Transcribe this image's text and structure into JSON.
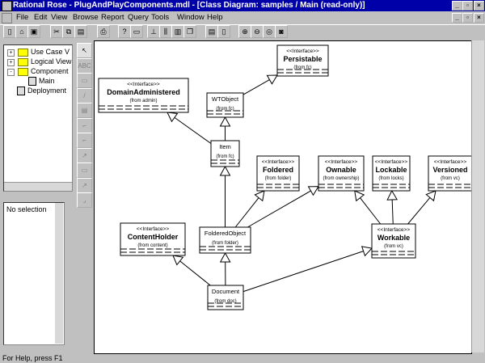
{
  "window": {
    "title": "Rational Rose - PlugAndPlayComponents.mdl - [Class Diagram: samples / Main (read-only)]"
  },
  "menu": [
    "File",
    "Edit",
    "View",
    "Browse",
    "Report",
    "Query",
    "Tools",
    "Window",
    "Help"
  ],
  "toolbar": [
    "new",
    "open",
    "save",
    "cut",
    "copy",
    "paste",
    "print",
    "context-help",
    "view-doc",
    "browse-class",
    "browse-interaction",
    "browse-component",
    "browse-deployment",
    "browse-parent",
    "browse-previous",
    "zoom-in",
    "zoom-out",
    "fit-window",
    "undo-fit"
  ],
  "tree": [
    {
      "label": "Use Case V",
      "expander": "+",
      "icon": "folder"
    },
    {
      "label": "Logical View",
      "expander": "+",
      "icon": "folder"
    },
    {
      "label": "Component",
      "expander": "-",
      "icon": "folder"
    },
    {
      "label": "Main",
      "expander": "",
      "icon": "component-diagram"
    },
    {
      "label": "Deployment",
      "expander": "",
      "icon": "deployment"
    }
  ],
  "documentation": {
    "text": "No selection"
  },
  "toolbox": [
    "selection",
    "ABC",
    "class",
    "association",
    "interface",
    "dependency",
    "unidirectional",
    "generalization",
    "package",
    "realize",
    "anchor"
  ],
  "status": "For Help, press F1",
  "diagram": {
    "classes": [
      {
        "id": "persistable",
        "stereotype": "<<Interface>>",
        "name": "Persistable",
        "from": "(from fc)"
      },
      {
        "id": "domainadministered",
        "stereotype": "<<Interface>>",
        "name": "DomainAdministered",
        "from": "(from admin)"
      },
      {
        "id": "wtobject",
        "stereotype": "",
        "name": "WTObject",
        "from": "(from fc)"
      },
      {
        "id": "item",
        "stereotype": "",
        "name": "Item",
        "from": "(from fc)"
      },
      {
        "id": "foldered",
        "stereotype": "<<Interface>>",
        "name": "Foldered",
        "from": "(from folder)"
      },
      {
        "id": "ownable",
        "stereotype": "<<Interface>>",
        "name": "Ownable",
        "from": "(from ownership)"
      },
      {
        "id": "lockable",
        "stereotype": "<<Interface>>",
        "name": "Lockable",
        "from": "(from locks)"
      },
      {
        "id": "versioned",
        "stereotype": "<<Interface>>",
        "name": "Versioned",
        "from": "(from vc)"
      },
      {
        "id": "contentholder",
        "stereotype": "<<Interface>>",
        "name": "ContentHolder",
        "from": "(from content)"
      },
      {
        "id": "folderedobject",
        "stereotype": "",
        "name": "FolderedObject",
        "from": "(from folder)"
      },
      {
        "id": "workable",
        "stereotype": "<<Interface>>",
        "name": "Workable",
        "from": "(from vc)"
      },
      {
        "id": "document",
        "stereotype": "",
        "name": "Document",
        "from": "(from doc)"
      }
    ],
    "generalizations": [
      [
        "wtobject",
        "persistable"
      ],
      [
        "item",
        "wtobject"
      ],
      [
        "item",
        "domainadministered"
      ],
      [
        "folderedobject",
        "item"
      ],
      [
        "folderedobject",
        "foldered"
      ],
      [
        "folderedobject",
        "ownable"
      ],
      [
        "workable",
        "ownable"
      ],
      [
        "workable",
        "lockable"
      ],
      [
        "workable",
        "versioned"
      ],
      [
        "document",
        "folderedobject"
      ],
      [
        "document",
        "contentholder"
      ],
      [
        "document",
        "workable"
      ]
    ]
  }
}
